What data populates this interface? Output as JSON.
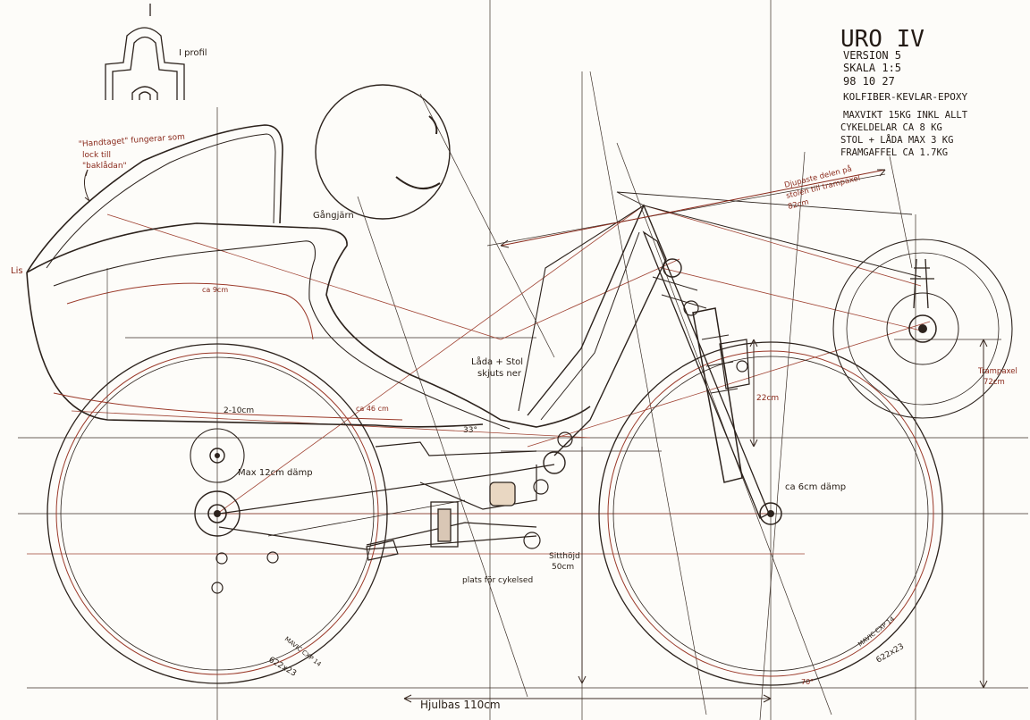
{
  "title_block": {
    "name": "URO IV",
    "version": "VERSION 5",
    "scale": "SKALA 1:5",
    "date": "98 10 27",
    "material": "KOLFIBER-KEVLAR-EPOXY",
    "max_weight": "MAXVIKT 15KG INKL ALLT",
    "bike_parts": "CYKELDELAR CA 8 KG",
    "seat_box": "STOL + LÅDA MAX 3 KG",
    "front_fork": "FRAMGAFFEL CA 1.7KG"
  },
  "annotations": {
    "profile": "I profil",
    "handle_note_1": "\"Handtaget\" fungerar som",
    "handle_note_2": "lock till",
    "handle_note_3": "\"baklådan\"",
    "lis": "Lis",
    "gangjarn": "Gångjärn",
    "ca_9cm": "ca 9cm",
    "box_seat_1": "Låda + Stol",
    "box_seat_2": "skjuts ner",
    "angle_33": "33°",
    "dim_2_10cm": "2-10cm",
    "ca_46cm": "ca 46 cm",
    "max_damp": "Max 12cm dämp",
    "ca_6cm_damp": "ca 6cm dämp",
    "dim_22cm": "22cm",
    "seat_height_1": "Sitthöjd",
    "seat_height_2": "50cm",
    "bottom_place": "plats för cykelsed",
    "upper_note_1": "Djupaste delen på",
    "upper_note_2": "stolen till trampaxel",
    "upper_note_3": "82cm",
    "crank_height_1": "Trampaxel",
    "crank_height_2": "72cm",
    "wheelbase": "Hjulbas 110cm",
    "rear_rim": "MAVIC CXP 14",
    "rear_tire": "622x23",
    "front_rim": "MAVIC CXP 14",
    "front_tire": "622x23",
    "angle_70": "70°"
  }
}
